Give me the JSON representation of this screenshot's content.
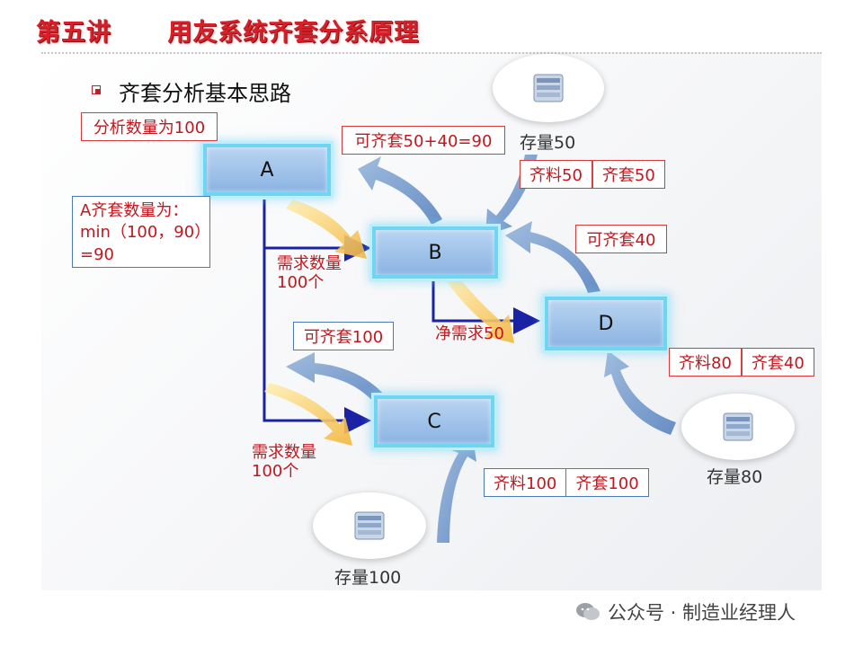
{
  "header": {
    "title": "第五讲      用友系统齐套分系原理"
  },
  "slide": {
    "heading": "齐套分析基本思路"
  },
  "nodes": {
    "a": "A",
    "b": "B",
    "c": "C",
    "d": "D"
  },
  "labels": {
    "analysis_qty": "分析数量为100",
    "a_kit_line1": "A齐套数量为：",
    "a_kit_line2": "min（100，90）",
    "a_kit_line3": "=90",
    "b_kit": "可齐套50+40=90",
    "demand_b_line1": "需求数量",
    "demand_b_line2": "100个",
    "demand_c_line1": "需求数量",
    "demand_c_line2": "100个",
    "c_kit": "可齐套100",
    "d_kit": "可齐套40",
    "net_demand": "净需求50"
  },
  "pairs": {
    "b": {
      "material": "齐料50",
      "kit": "齐套50"
    },
    "d": {
      "material": "齐料80",
      "kit": "齐套40"
    },
    "c": {
      "material": "齐料100",
      "kit": "齐套100"
    }
  },
  "storage": {
    "b": "存量50",
    "d": "存量80",
    "c": "存量100"
  },
  "footer": {
    "text": "公众号 · 制造业经理人"
  }
}
